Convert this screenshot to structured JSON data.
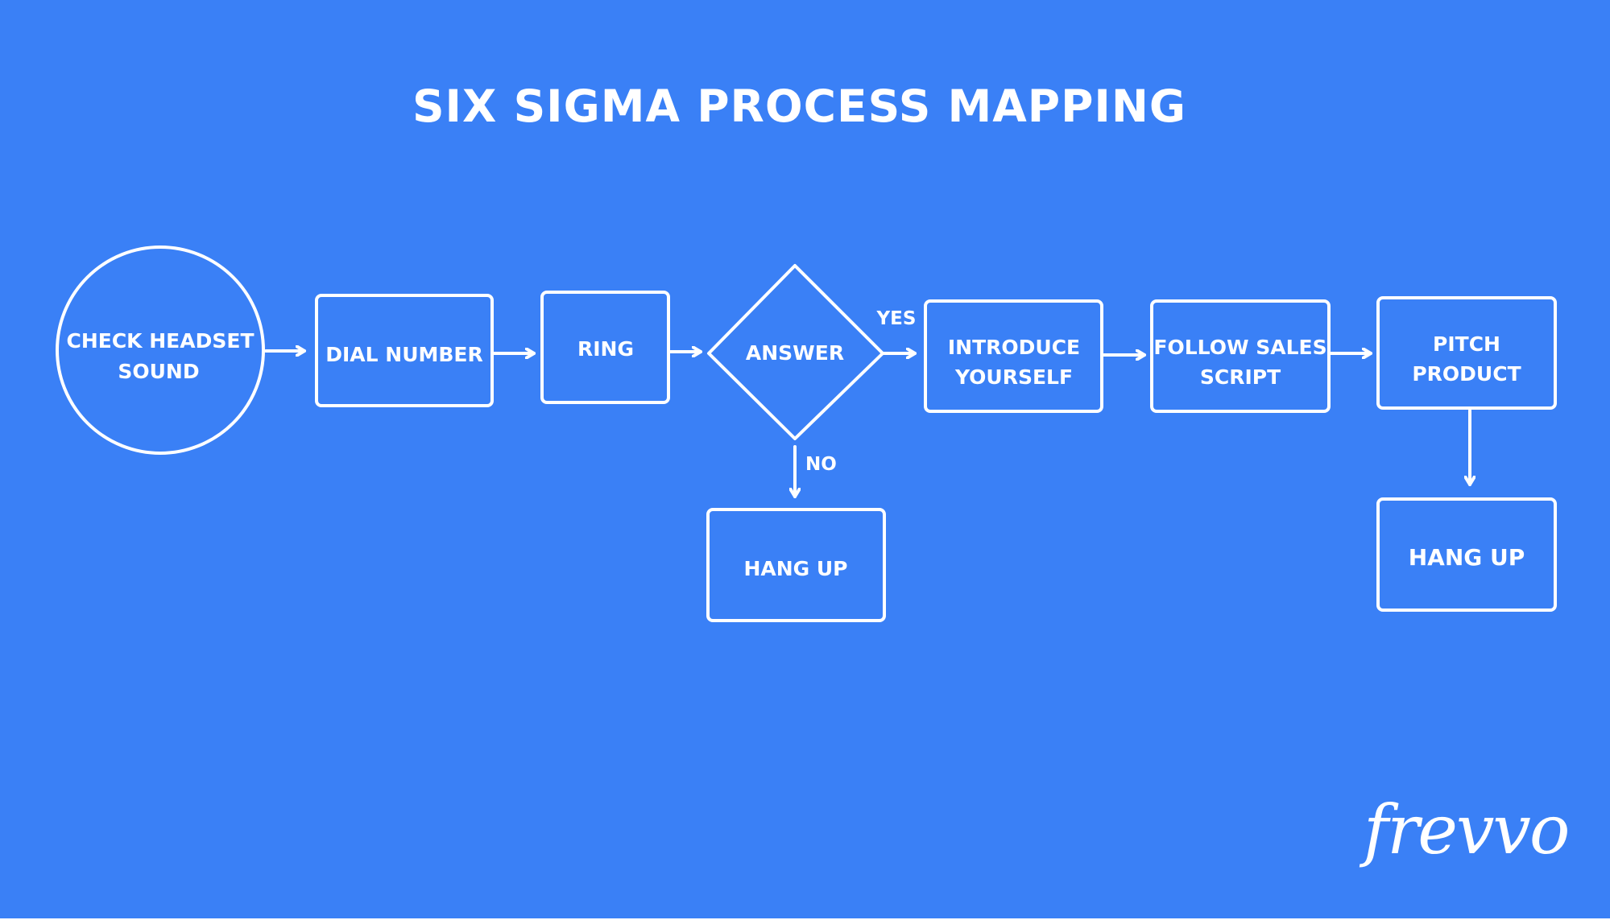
{
  "title": "SIX SIGMA PROCESS MAPPING",
  "colors": {
    "background": "#3a80f6",
    "stroke": "#ffffff"
  },
  "nodes": {
    "check_headset": {
      "shape": "circle",
      "lines": [
        "CHECK HEADSET",
        "SOUND"
      ]
    },
    "dial_number": {
      "shape": "rectangle",
      "lines": [
        "DIAL NUMBER"
      ]
    },
    "ring": {
      "shape": "rectangle",
      "lines": [
        "RING"
      ]
    },
    "answer": {
      "shape": "diamond",
      "lines": [
        "ANSWER"
      ]
    },
    "introduce": {
      "shape": "rectangle",
      "lines": [
        "INTRODUCE",
        "YOURSELF"
      ]
    },
    "follow_script": {
      "shape": "rectangle",
      "lines": [
        "FOLLOW SALES",
        "SCRIPT"
      ]
    },
    "pitch": {
      "shape": "rectangle",
      "lines": [
        "PITCH",
        "PRODUCT"
      ]
    },
    "hang_up_no": {
      "shape": "rectangle",
      "lines": [
        "HANG UP"
      ]
    },
    "hang_up_end": {
      "shape": "rectangle",
      "lines": [
        "HANG UP"
      ]
    }
  },
  "edges": [
    {
      "from": "check_headset",
      "to": "dial_number"
    },
    {
      "from": "dial_number",
      "to": "ring"
    },
    {
      "from": "ring",
      "to": "answer"
    },
    {
      "from": "answer",
      "to": "introduce",
      "label": "YES"
    },
    {
      "from": "answer",
      "to": "hang_up_no",
      "label": "NO"
    },
    {
      "from": "introduce",
      "to": "follow_script"
    },
    {
      "from": "follow_script",
      "to": "pitch"
    },
    {
      "from": "pitch",
      "to": "hang_up_end"
    }
  ],
  "logo": {
    "text": "frevvo"
  }
}
